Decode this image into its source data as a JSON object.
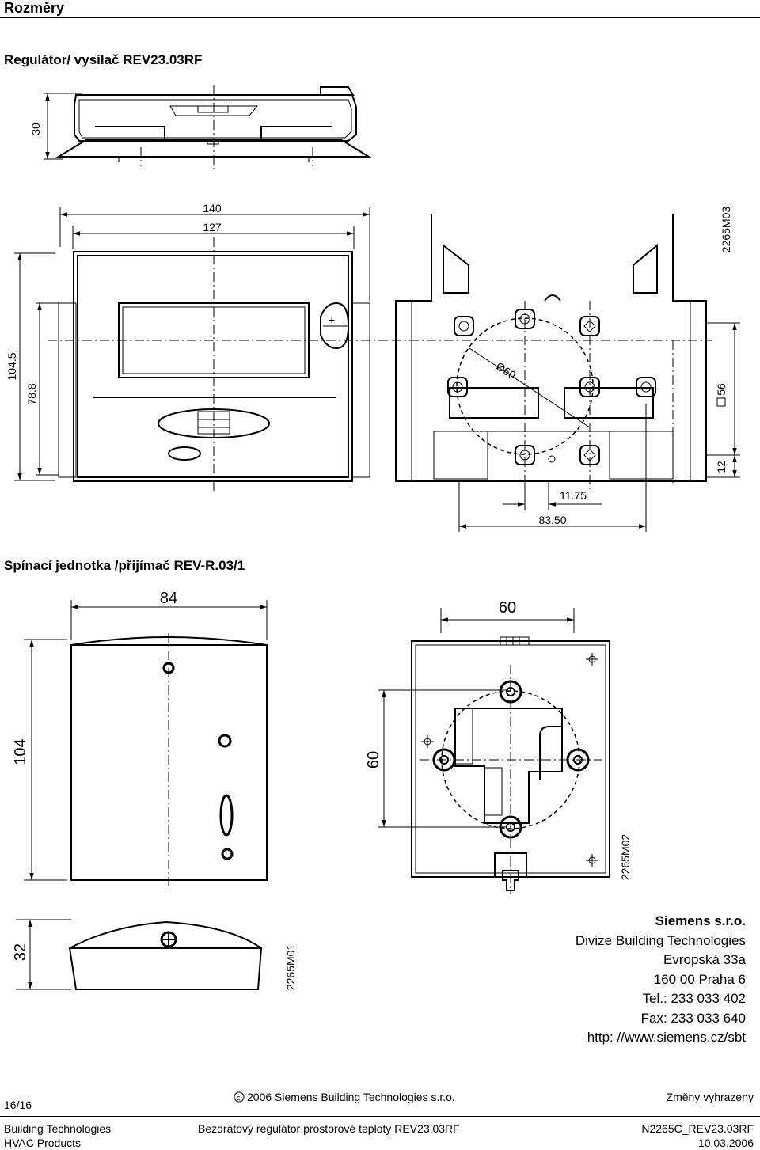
{
  "header": {
    "title": "Rozměry"
  },
  "section1": {
    "title": "Regulátor/ vysílač REV23.03RF",
    "dims": {
      "height": "30",
      "width_outer": "140",
      "width_inner": "127",
      "drawing_code": "2265M03",
      "height_outer": "104.5",
      "height_inner": "78.8",
      "diameter": "Ø60",
      "square": "56",
      "bottom_offset": "12",
      "offset_small": "11.75",
      "offset_large": "83.50"
    },
    "keys": {
      "plus": "+",
      "minus": "–"
    }
  },
  "section2": {
    "title": "Spínací jednotka /přijímač REV-R.03/1",
    "dims": {
      "width_front": "84",
      "width_back": "60",
      "height_front": "104",
      "height_back": "60",
      "drawing_code_back": "2265M02",
      "depth_side": "32",
      "drawing_code_side": "2265M01"
    }
  },
  "address": {
    "company": "Siemens s.r.o.",
    "division": "Divize Building Technologies",
    "street": "Evropská 33a",
    "city": "160 00 Praha 6",
    "tel": "Tel.:  233 033 402",
    "fax": "Fax:  233 033 640",
    "web": "http: //www.siemens.cz/sbt"
  },
  "footer": {
    "page": "16/16",
    "copyright": "2006 Siemens Building Technologies s.r.o.",
    "notice": "Změny vyhrazeny",
    "left1": "Building Technologies",
    "left2": "HVAC Products",
    "center": "Bezdrátový regulátor prostorové teploty REV23.03RF",
    "doc_id": "N2265C_REV23.03RF",
    "date": "10.03.2006"
  }
}
